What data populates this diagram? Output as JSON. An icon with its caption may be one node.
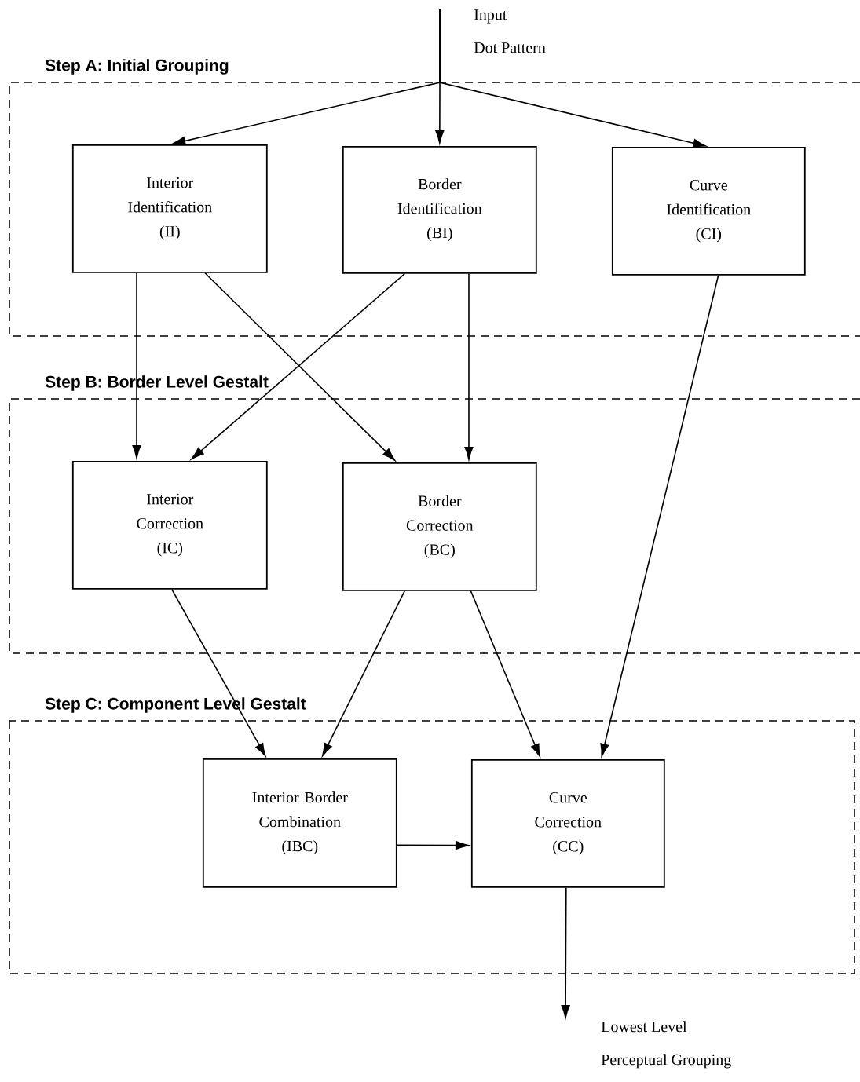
{
  "diagram": {
    "nodes": [
      {
        "text": [
          "Input Dot Pattern"
        ]
      },
      {
        "text": [
          "Step A: Initial Grouping"
        ]
      },
      {
        "text": [
          "Interior Identification (II)"
        ],
        "in": 1
      },
      {
        "text": [
          "Border Identification (BI)"
        ],
        "in": 1
      },
      {
        "text": [
          "Curve Identification (CI)"
        ],
        "in": 1
      },
      {
        "text": [
          "Step B: Border Level Gestalt"
        ]
      },
      {
        "text": [
          "Interior Correction (IC)"
        ],
        "in": 5
      },
      {
        "text": [
          "Border Correction (BC)"
        ],
        "in": 5
      },
      {
        "text": [
          "Step C: Component Level Gestalt"
        ]
      },
      {
        "text": [
          "Interior Border Combination (IBC)"
        ],
        "in": 8
      },
      {
        "text": [
          "Curve Correction (CC)"
        ],
        "in": 8
      },
      {
        "text": [
          "Lowest Level Perceptual Grouping"
        ]
      }
    ],
    "edges": [
      {
        "from": 0,
        "to": 2,
        "arrow": "to"
      },
      {
        "from": 0,
        "to": 3,
        "arrow": "to"
      },
      {
        "from": 0,
        "to": 4,
        "arrow": "to"
      },
      {
        "from": 2,
        "to": 6,
        "arrow": "to"
      },
      {
        "from": 2,
        "to": 7,
        "arrow": "to"
      },
      {
        "from": 3,
        "to": 6,
        "arrow": "to"
      },
      {
        "from": 3,
        "to": 7,
        "arrow": "to"
      },
      {
        "from": 4,
        "to": 10,
        "arrow": "to"
      },
      {
        "from": 6,
        "to": 9,
        "arrow": "to"
      },
      {
        "from": 7,
        "to": 9,
        "arrow": "to"
      },
      {
        "from": 7,
        "to": 10,
        "arrow": "to"
      },
      {
        "from": 9,
        "to": 10,
        "arrow": "to"
      },
      {
        "from": 10,
        "to": 11,
        "arrow": "to"
      }
    ]
  }
}
